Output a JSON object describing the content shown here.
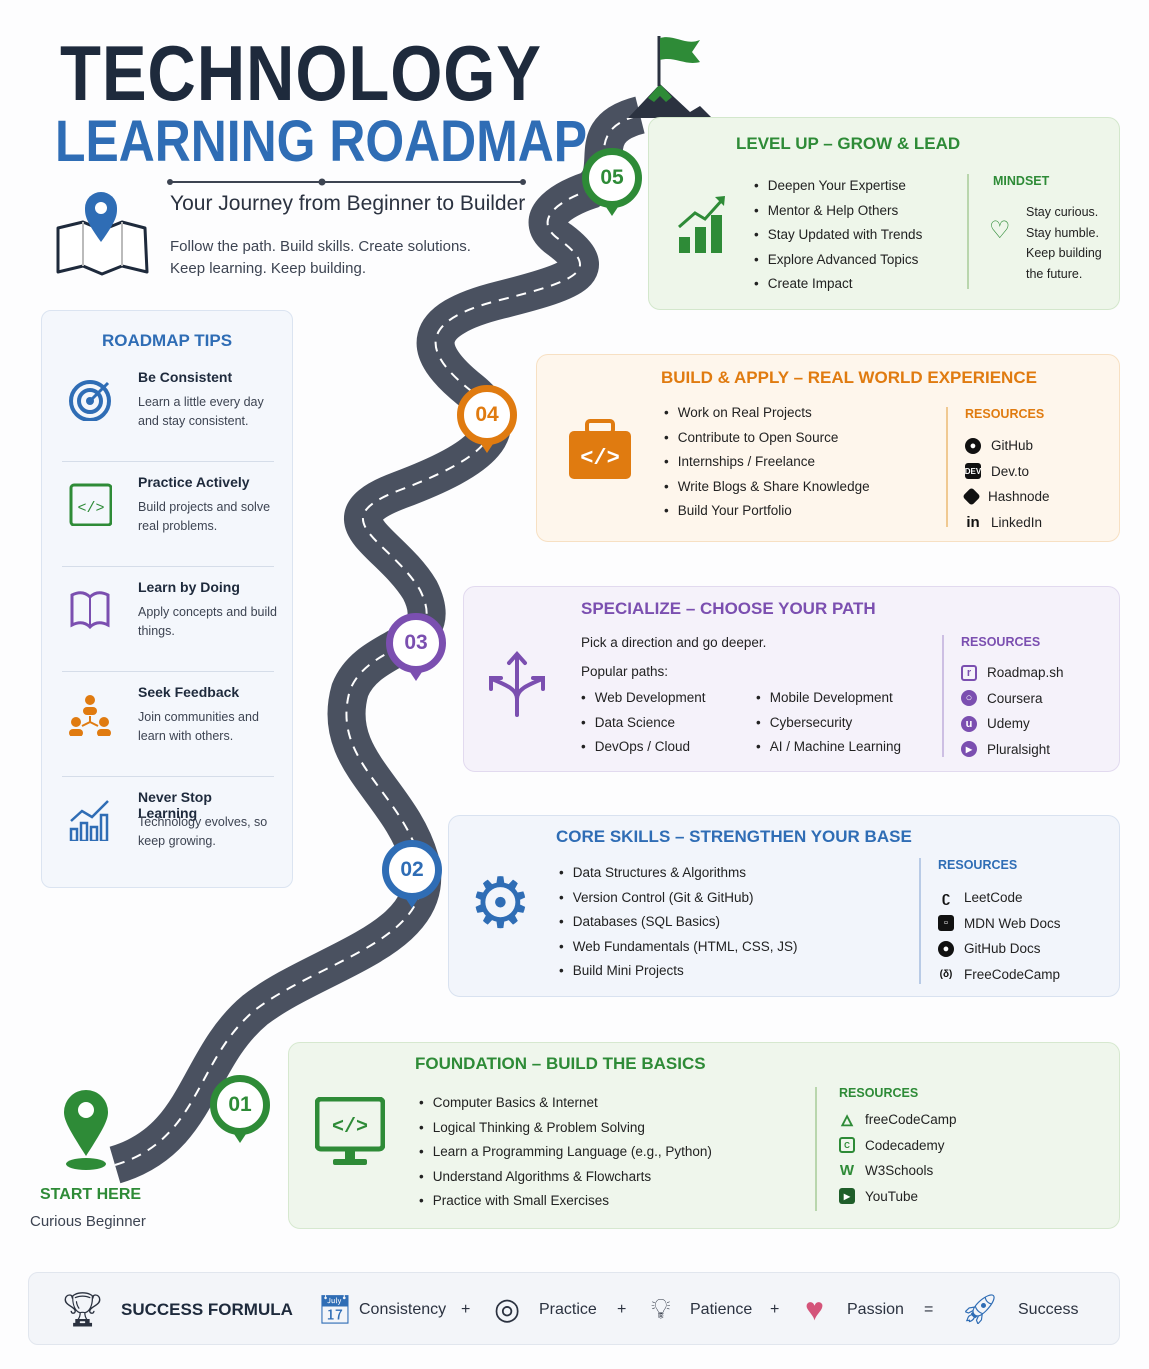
{
  "header": {
    "title_line1": "TECHNOLOGY",
    "title_line2": "LEARNING ROADMAP",
    "subtitle": "Your Journey from Beginner to Builder",
    "tagline1": "Follow the path. Build skills. Create solutions.",
    "tagline2": "Keep learning. Keep building.",
    "icon": "map-pin-icon"
  },
  "start": {
    "label": "START HERE",
    "sublabel": "Curious Beginner"
  },
  "tips": {
    "title": "ROADMAP TIPS",
    "items": [
      {
        "title": "Be Consistent",
        "desc": "Learn a little every day and stay consistent.",
        "icon": "target-icon"
      },
      {
        "title": "Practice Actively",
        "desc": "Build projects and solve real problems.",
        "icon": "code-icon"
      },
      {
        "title": "Learn by Doing",
        "desc": "Apply concepts and build things.",
        "icon": "book-icon"
      },
      {
        "title": "Seek Feedback",
        "desc": "Join communities and learn with others.",
        "icon": "people-icon"
      },
      {
        "title": "Never Stop Learning",
        "desc": "Technology evolves, so keep growing.",
        "icon": "growth-chart-icon"
      }
    ]
  },
  "levels": {
    "l5": {
      "num": "05",
      "title": "LEVEL UP – GROW & LEAD",
      "items": [
        "Deepen Your Expertise",
        "Mentor & Help Others",
        "Stay Updated with Trends",
        "Explore Advanced Topics",
        "Create Impact"
      ],
      "side_title": "MINDSET",
      "side_lines": [
        "Stay curious.",
        "Stay humble.",
        "Keep building",
        "the future."
      ],
      "color": "#2e8b37"
    },
    "l4": {
      "num": "04",
      "title": "BUILD & APPLY – REAL WORLD EXPERIENCE",
      "items": [
        "Work on Real Projects",
        "Contribute to Open Source",
        "Internships / Freelance",
        "Write Blogs & Share Knowledge",
        "Build Your Portfolio"
      ],
      "res_title": "RESOURCES",
      "resources": [
        "GitHub",
        "Dev.to",
        "Hashnode",
        "LinkedIn"
      ],
      "color": "#e07b10"
    },
    "l3": {
      "num": "03",
      "title": "SPECIALIZE – CHOOSE YOUR PATH",
      "intro": "Pick a direction and go deeper.",
      "popular": "Popular paths:",
      "paths_left": [
        "Web Development",
        "Data Science",
        "DevOps / Cloud"
      ],
      "paths_right": [
        "Mobile Development",
        "Cybersecurity",
        "AI / Machine Learning"
      ],
      "res_title": "RESOURCES",
      "resources": [
        "Roadmap.sh",
        "Coursera",
        "Udemy",
        "Pluralsight"
      ],
      "color": "#7b4fb0"
    },
    "l2": {
      "num": "02",
      "title": "CORE SKILLS – STRENGTHEN YOUR BASE",
      "items": [
        "Data Structures & Algorithms",
        "Version Control (Git & GitHub)",
        "Databases (SQL Basics)",
        "Web Fundamentals (HTML, CSS, JS)",
        "Build Mini Projects"
      ],
      "res_title": "RESOURCES",
      "resources": [
        "LeetCode",
        "MDN Web Docs",
        "GitHub Docs",
        "FreeCodeCamp"
      ],
      "color": "#2f6db5"
    },
    "l1": {
      "num": "01",
      "title": "FOUNDATION – BUILD THE BASICS",
      "items": [
        "Computer Basics & Internet",
        "Logical Thinking & Problem Solving",
        "Learn a Programming Language (e.g., Python)",
        "Understand Algorithms & Flowcharts",
        "Practice with Small Exercises"
      ],
      "res_title": "RESOURCES",
      "resources": [
        "freeCodeCamp",
        "Codecademy",
        "W3Schools",
        "YouTube"
      ],
      "color": "#2e8b37"
    }
  },
  "formula": {
    "title": "SUCCESS FORMULA",
    "terms": [
      "Consistency",
      "Practice",
      "Patience",
      "Passion",
      "Success"
    ],
    "ops": [
      "+",
      "+",
      "+",
      "="
    ]
  }
}
